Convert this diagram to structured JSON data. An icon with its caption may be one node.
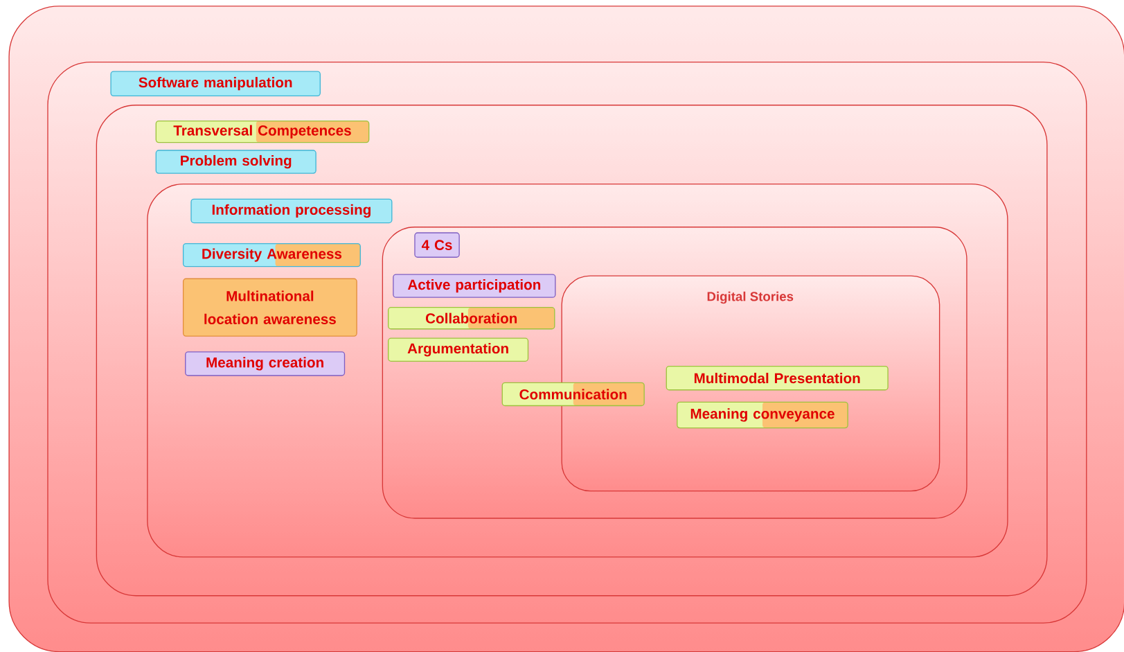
{
  "diagram": {
    "nodes": [
      {
        "text": [],
        "shape": "box"
      },
      {
        "text": [],
        "shape": "box",
        "in": 0
      },
      {
        "text": [
          "Software manipulation"
        ],
        "in": 1
      },
      {
        "text": [],
        "shape": "box",
        "in": 1
      },
      {
        "text": [
          "Transversal Competences"
        ],
        "in": 3
      },
      {
        "text": [
          "Problem solving"
        ],
        "in": 3
      },
      {
        "text": [],
        "shape": "box",
        "in": 3
      },
      {
        "text": [
          "Information processing"
        ],
        "in": 6
      },
      {
        "text": [
          "Diversity Awareness"
        ],
        "in": 6
      },
      {
        "text": [
          "Multinational location awareness"
        ],
        "in": 6
      },
      {
        "text": [
          "Meaning creation"
        ],
        "in": 6
      },
      {
        "text": [],
        "shape": "box",
        "in": 6
      },
      {
        "text": [
          "4 Cs"
        ],
        "in": 11
      },
      {
        "text": [
          "Active participation"
        ],
        "in": 11
      },
      {
        "text": [
          "Collaboration"
        ],
        "in": 11
      },
      {
        "text": [
          "Argumentation"
        ],
        "in": 11
      },
      {
        "text": [
          "Communication"
        ],
        "in": 11
      },
      {
        "text": [
          "Digital Stories"
        ],
        "in": 11
      },
      {
        "text": [
          "Multimodal Presentation"
        ],
        "in": 17
      },
      {
        "text": [
          "Meaning conveyance"
        ],
        "in": 17
      }
    ]
  }
}
